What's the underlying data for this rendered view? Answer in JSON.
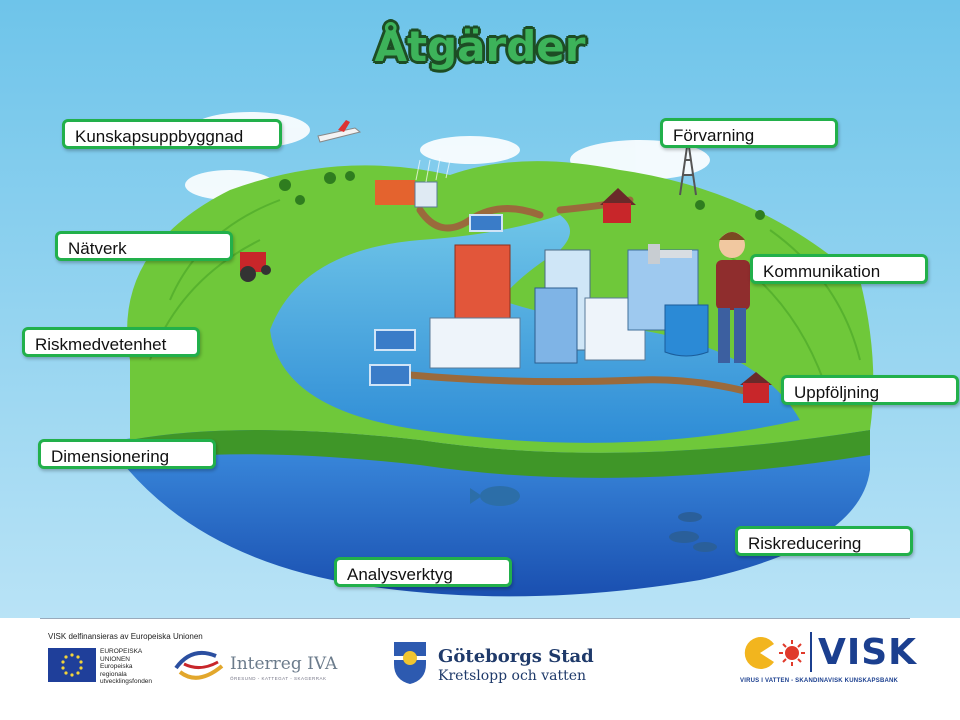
{
  "title": "Åtgärder",
  "labels": {
    "kunskap": "Kunskapsuppbyggnad",
    "forvarning": "Förvarning",
    "natverk": "Nätverk",
    "kommunikation": "Kommunikation",
    "riskmedvetenhet": "Riskmedvetenhet",
    "uppfoljning": "Uppföljning",
    "dimensionering": "Dimensionering",
    "riskreducering": "Riskreducering",
    "analysverktyg": "Analysverktyg"
  },
  "footer": {
    "funding_note": "VISK delfinansieras av Europeiska Unionen",
    "eu_line1": "EUROPEISKA",
    "eu_line2": "UNIONEN",
    "eu_line3": "Europeiska",
    "eu_line4": "regionala",
    "eu_line5": "utvecklingsfonden",
    "interreg": "Interreg IVA",
    "interreg_sub": "ÖRESUND - KATTEGAT - SKAGERRAK",
    "gbg_line1": "Göteborgs Stad",
    "gbg_line2": "Kretslopp och vatten",
    "visk": "VISK",
    "visk_sub": "VIRUS I VATTEN - SKANDINAVISK KUNSKAPSBANK"
  },
  "colors": {
    "label_border": "#22b04b",
    "title_fill": "#3db35a",
    "grass": "#6fc83a",
    "water": "#3a8fd8",
    "visk_blue": "#1b3f8f"
  }
}
